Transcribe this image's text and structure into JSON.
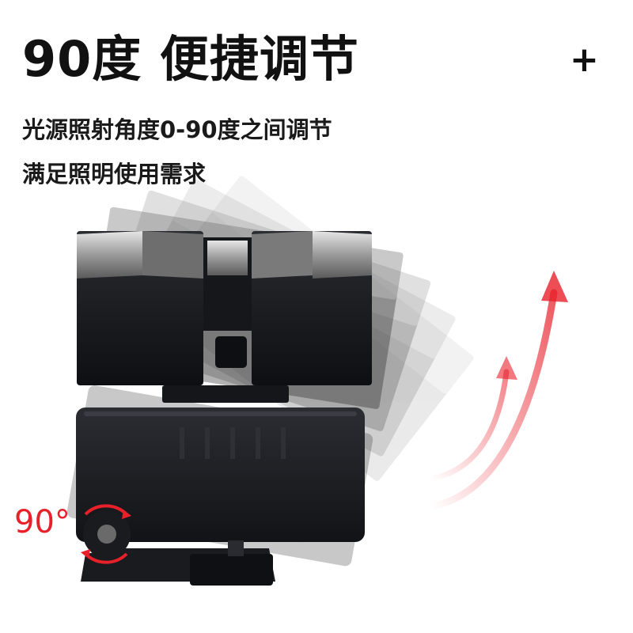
{
  "heading": {
    "title": "90度  便捷调节",
    "plus_sign": "+"
  },
  "description": {
    "line1": "光源照射角度0-90度之间调节",
    "line2": "满足照明使用需求"
  },
  "rotation_label": "90°",
  "colors": {
    "text": "#111111",
    "accent_red": "#e8202a",
    "lamp_body": "#1b1d22"
  }
}
